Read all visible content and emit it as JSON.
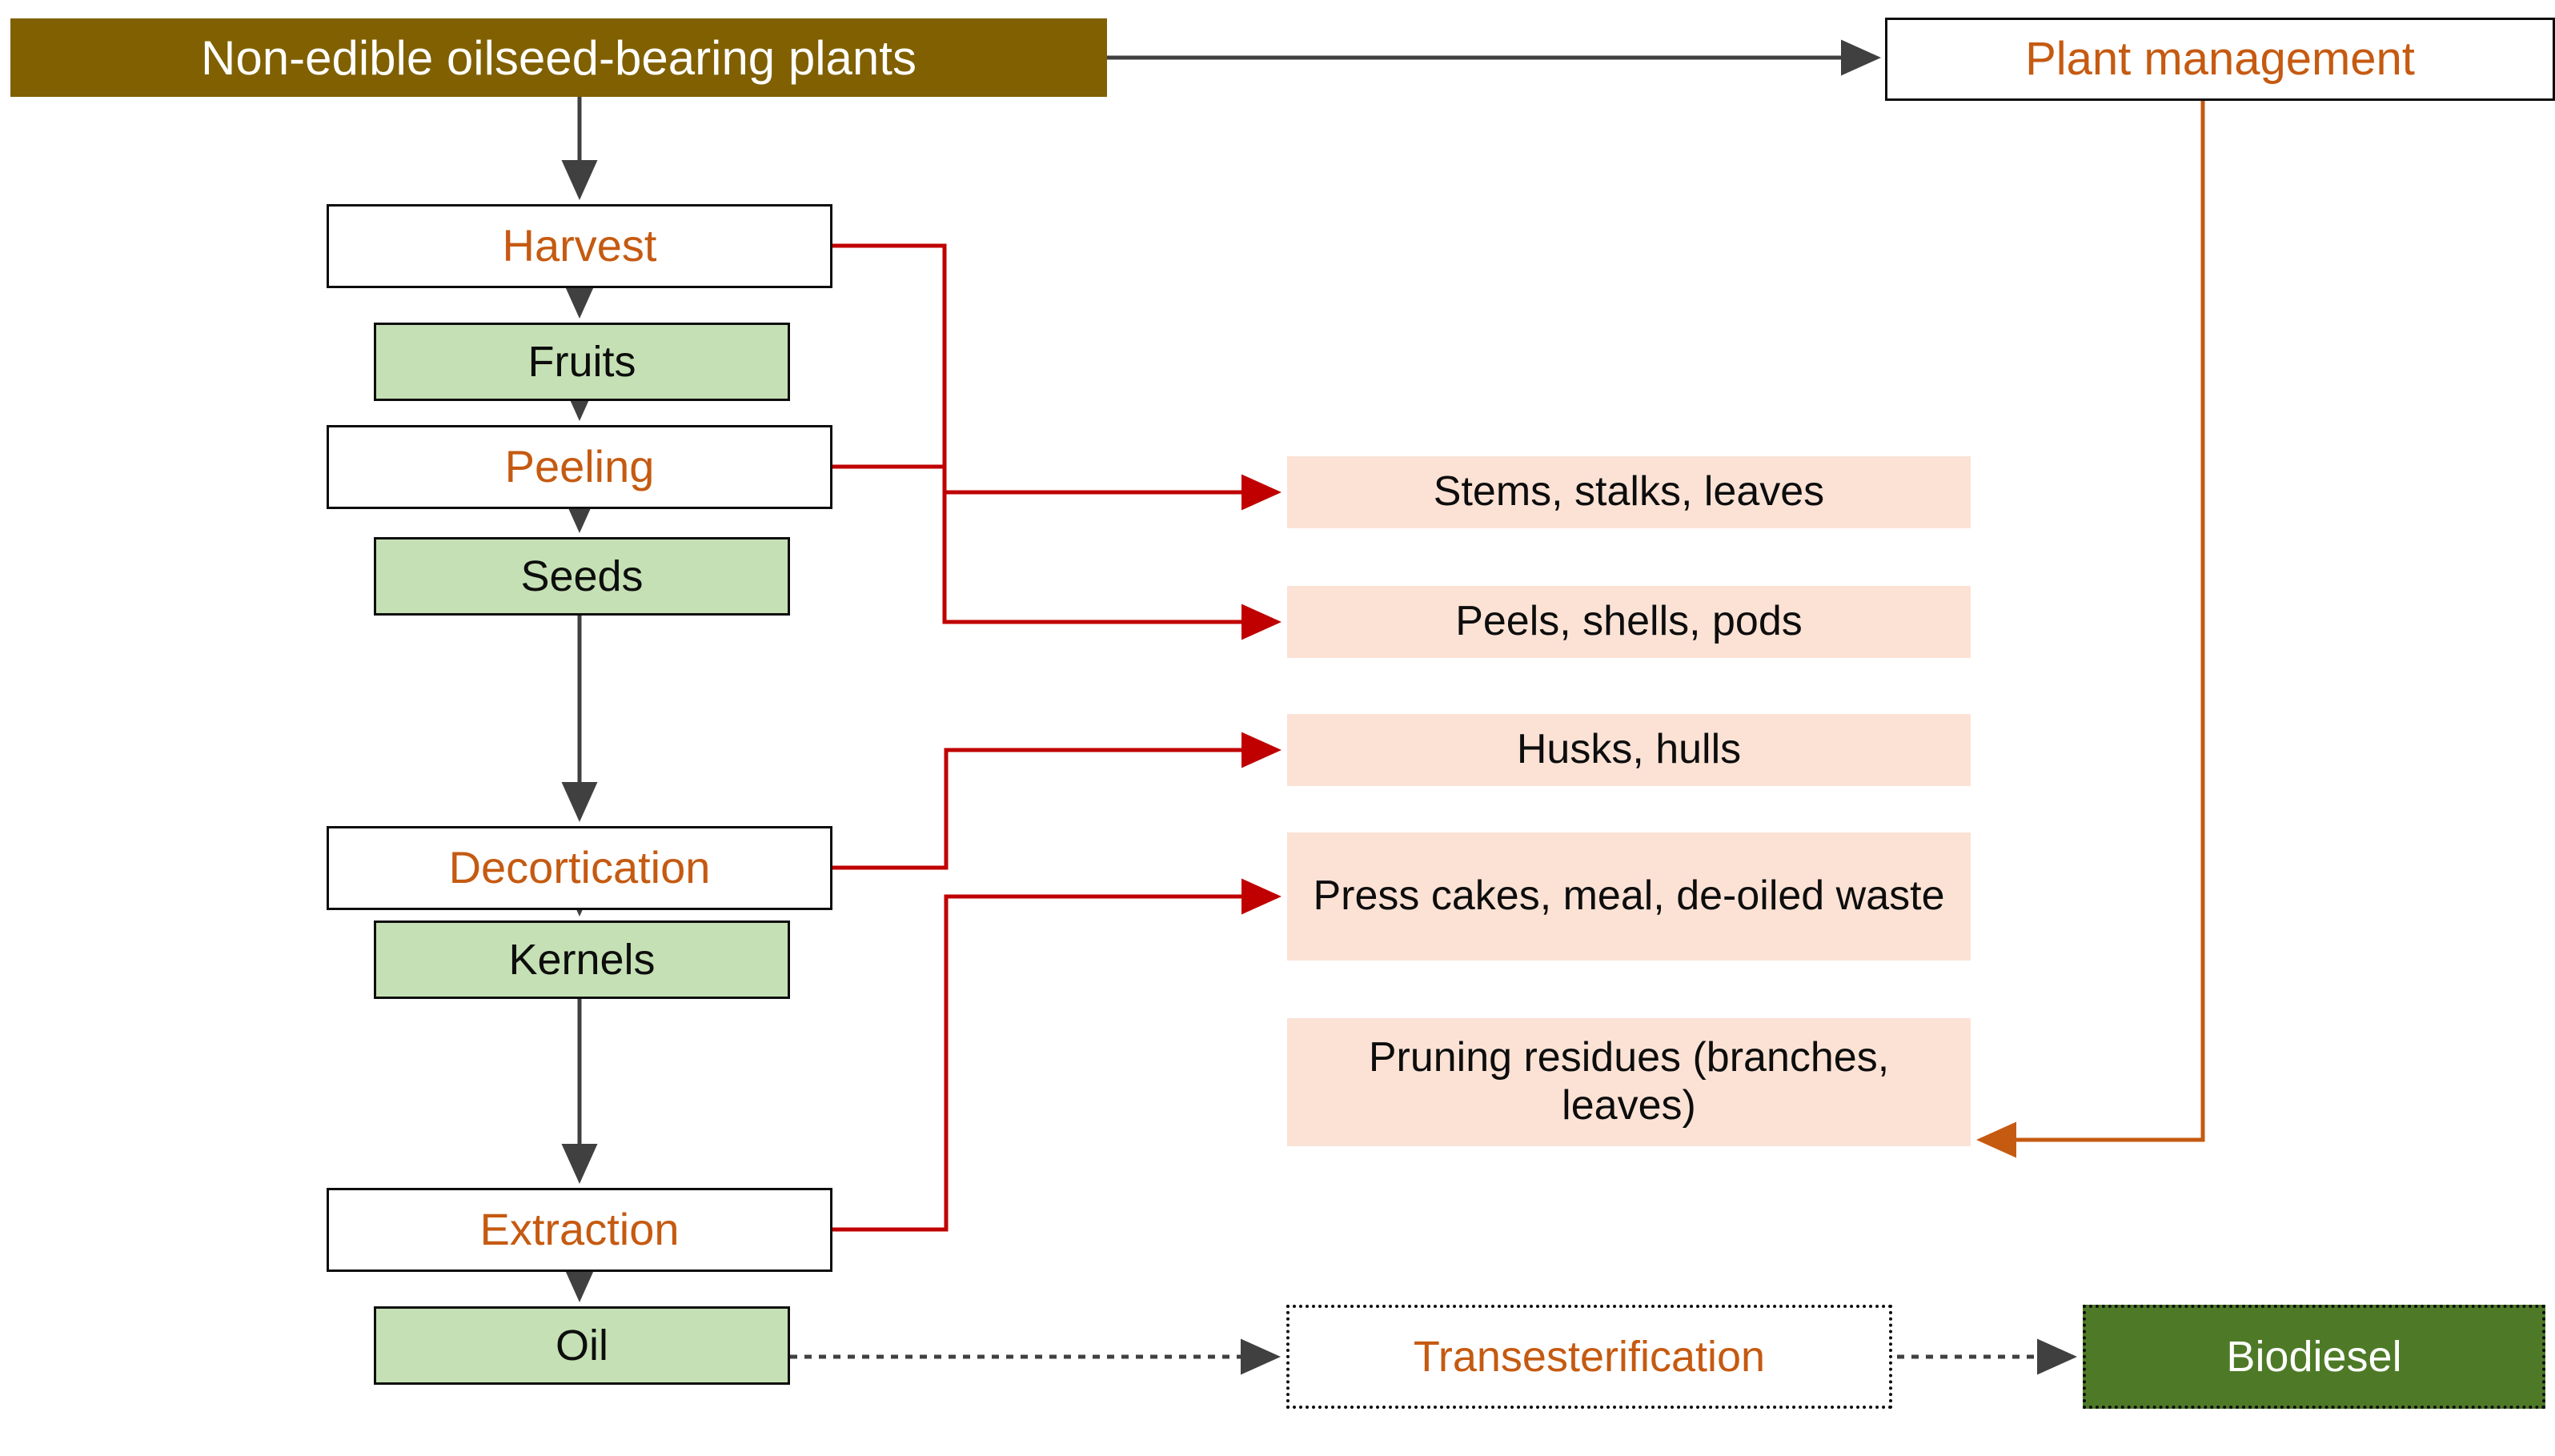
{
  "diagram": {
    "title": "Non-edible oilseed biodiesel production and residue flowchart",
    "source": {
      "label": "Non-edible oilseed-bearing plants"
    },
    "plant_management": {
      "label": "Plant management"
    },
    "process_steps": [
      {
        "label": "Harvest"
      },
      {
        "label": "Peeling"
      },
      {
        "label": "Decortication"
      },
      {
        "label": "Extraction"
      }
    ],
    "intermediate_products": [
      {
        "label": "Fruits"
      },
      {
        "label": "Seeds"
      },
      {
        "label": "Kernels"
      },
      {
        "label": "Oil"
      }
    ],
    "residues": [
      {
        "label": "Stems, stalks, leaves"
      },
      {
        "label": "Peels, shells, pods"
      },
      {
        "label": "Husks, hulls"
      },
      {
        "label": "Press cakes, meal, de-oiled waste"
      },
      {
        "label": "Pruning residues (branches, leaves)"
      }
    ],
    "conversion": {
      "label": "Transesterification"
    },
    "output": {
      "label": "Biodiesel"
    },
    "colors": {
      "source_fill": "#806000",
      "process_text": "#C55A11",
      "intermediate_fill": "#C5E0B4",
      "residue_fill": "#FBE2D5",
      "biodiesel_fill": "#4E7A27",
      "residue_arrow": "#C00000",
      "main_arrow": "#404040",
      "plant_mgmt_arrow": "#C55A11"
    }
  }
}
